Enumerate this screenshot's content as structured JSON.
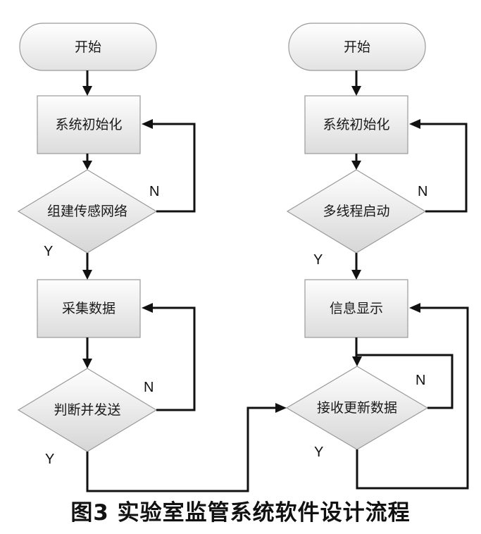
{
  "left_flow": {
    "start": "开始",
    "init": "系统初始化",
    "build_network": "组建传感网络",
    "collect": "采集数据",
    "judge_send": "判断并发送",
    "build_network_no": "N",
    "build_network_yes": "Y",
    "judge_send_no": "N",
    "judge_send_yes": "Y"
  },
  "right_flow": {
    "start": "开始",
    "init": "系统初始化",
    "multithread": "多线程启动",
    "display": "信息显示",
    "receive": "接收更新数据",
    "multithread_no": "N",
    "multithread_yes": "Y",
    "receive_no": "N",
    "receive_yes": "Y"
  },
  "caption": "图3  实验室监管系统软件设计流程"
}
